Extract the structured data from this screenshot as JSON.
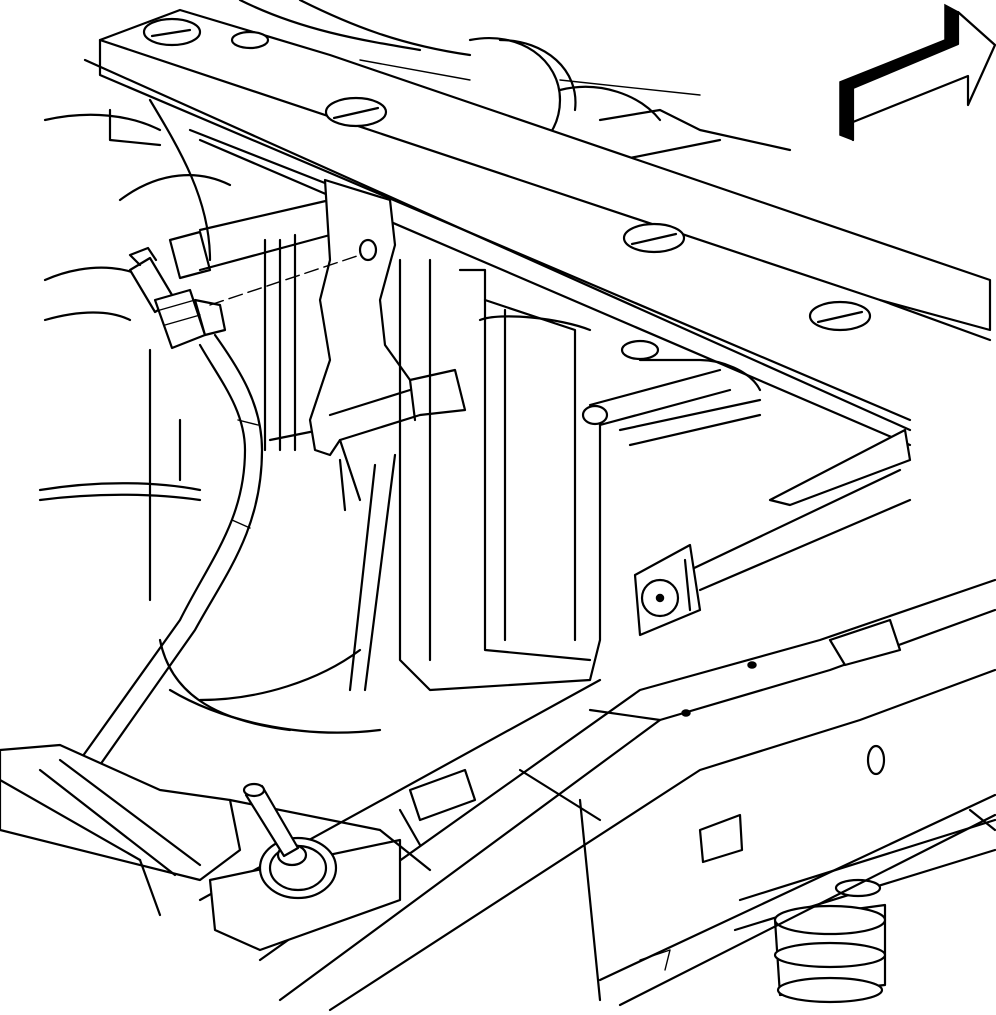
{
  "diagram": {
    "kind": "automotive service line illustration",
    "background_color": "#ffffff",
    "stroke_color": "#000000",
    "view_direction_icon": "forward-arrow-icon",
    "parts": [
      "cross-member-bracket",
      "mounting-bracket-with-bolt",
      "fuel-line-hose",
      "hose-connector-fitting",
      "fuel-tank-body",
      "tank-side-grommet",
      "frame-rail",
      "body-mount-stud",
      "electrical-connector",
      "body-mount-bushing",
      "lower-frame-rail"
    ]
  }
}
